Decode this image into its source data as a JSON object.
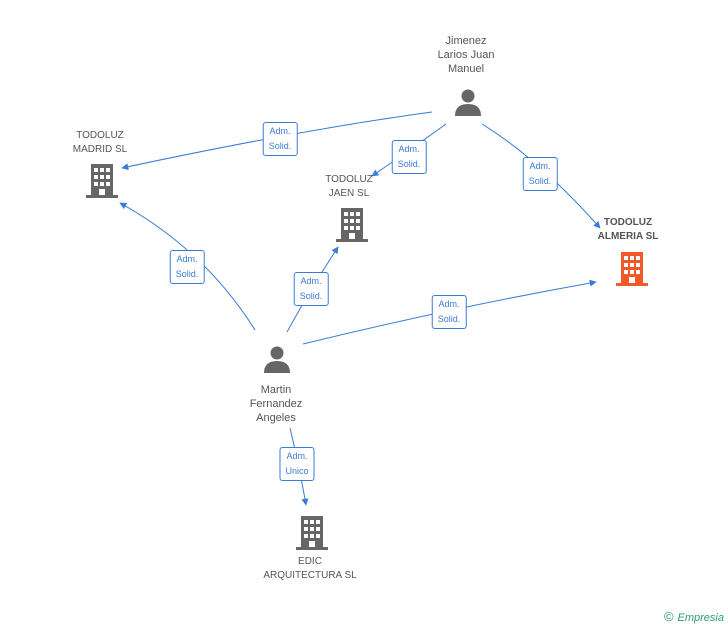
{
  "colors": {
    "edge": "#3a7bd5",
    "person": "#666666",
    "company": "#666666",
    "company_highlight": "#f05a28",
    "brand": "#2a9d6a"
  },
  "persons": {
    "jimenez": "Jimenez\nLarios Juan\nManuel",
    "martin": "Martin\nFernandez\nAngeles"
  },
  "companies": {
    "madrid": "TODOLUZ\nMADRID SL",
    "jaen": "TODOLUZ\nJAEN SL",
    "almeria": "TODOLUZ\nALMERIA SL",
    "edic": "EDIC\nARQUITECTURA SL"
  },
  "edges": {
    "jimenez_madrid": "Adm.\nSolid.",
    "jimenez_jaen": "Adm.\nSolid.",
    "jimenez_almeria": "Adm.\nSolid.",
    "martin_madrid": "Adm.\nSolid.",
    "martin_jaen": "Adm.\nSolid.",
    "martin_almeria": "Adm.\nSolid.",
    "martin_edic": "Adm.\nUnico"
  },
  "brand": {
    "copyright": "©",
    "name": "Empresia"
  }
}
